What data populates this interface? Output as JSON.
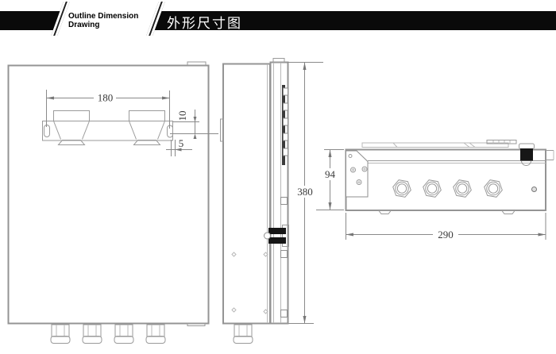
{
  "header": {
    "label_en_line1": "Outline Dimension",
    "label_en_line2": "Drawing",
    "label_zh": "外形尺寸图"
  },
  "dimensions": {
    "bracket_hole_spacing": "180",
    "bracket_top_offset": "10",
    "slot_width": "5",
    "box_height": "380",
    "box_depth": "94",
    "box_width": "290"
  },
  "views": {
    "front": "front-view",
    "side": "side-view",
    "bottom": "bottom-view"
  },
  "colors": {
    "header_bar": "#0a0a0a",
    "drawing_line": "#949494",
    "dim_line": "#8a8a8a",
    "dim_text": "#3a3a3a",
    "black_detail": "#161616"
  }
}
